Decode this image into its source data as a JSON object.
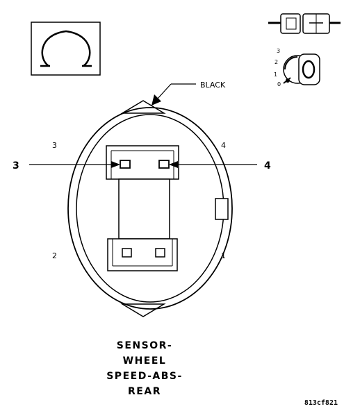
{
  "callouts": {
    "wire_color": "BLACK",
    "left_terminal": "3",
    "right_terminal": "4"
  },
  "cavity_numbers": {
    "top_left": "3",
    "top_right": "4",
    "bottom_left": "2",
    "bottom_right": "1"
  },
  "switch_positions": [
    "3",
    "2",
    "1",
    "0"
  ],
  "title_lines": [
    "SENSOR-",
    "WHEEL",
    "SPEED-ABS-",
    "REAR"
  ],
  "figure_ref": "813cf821"
}
